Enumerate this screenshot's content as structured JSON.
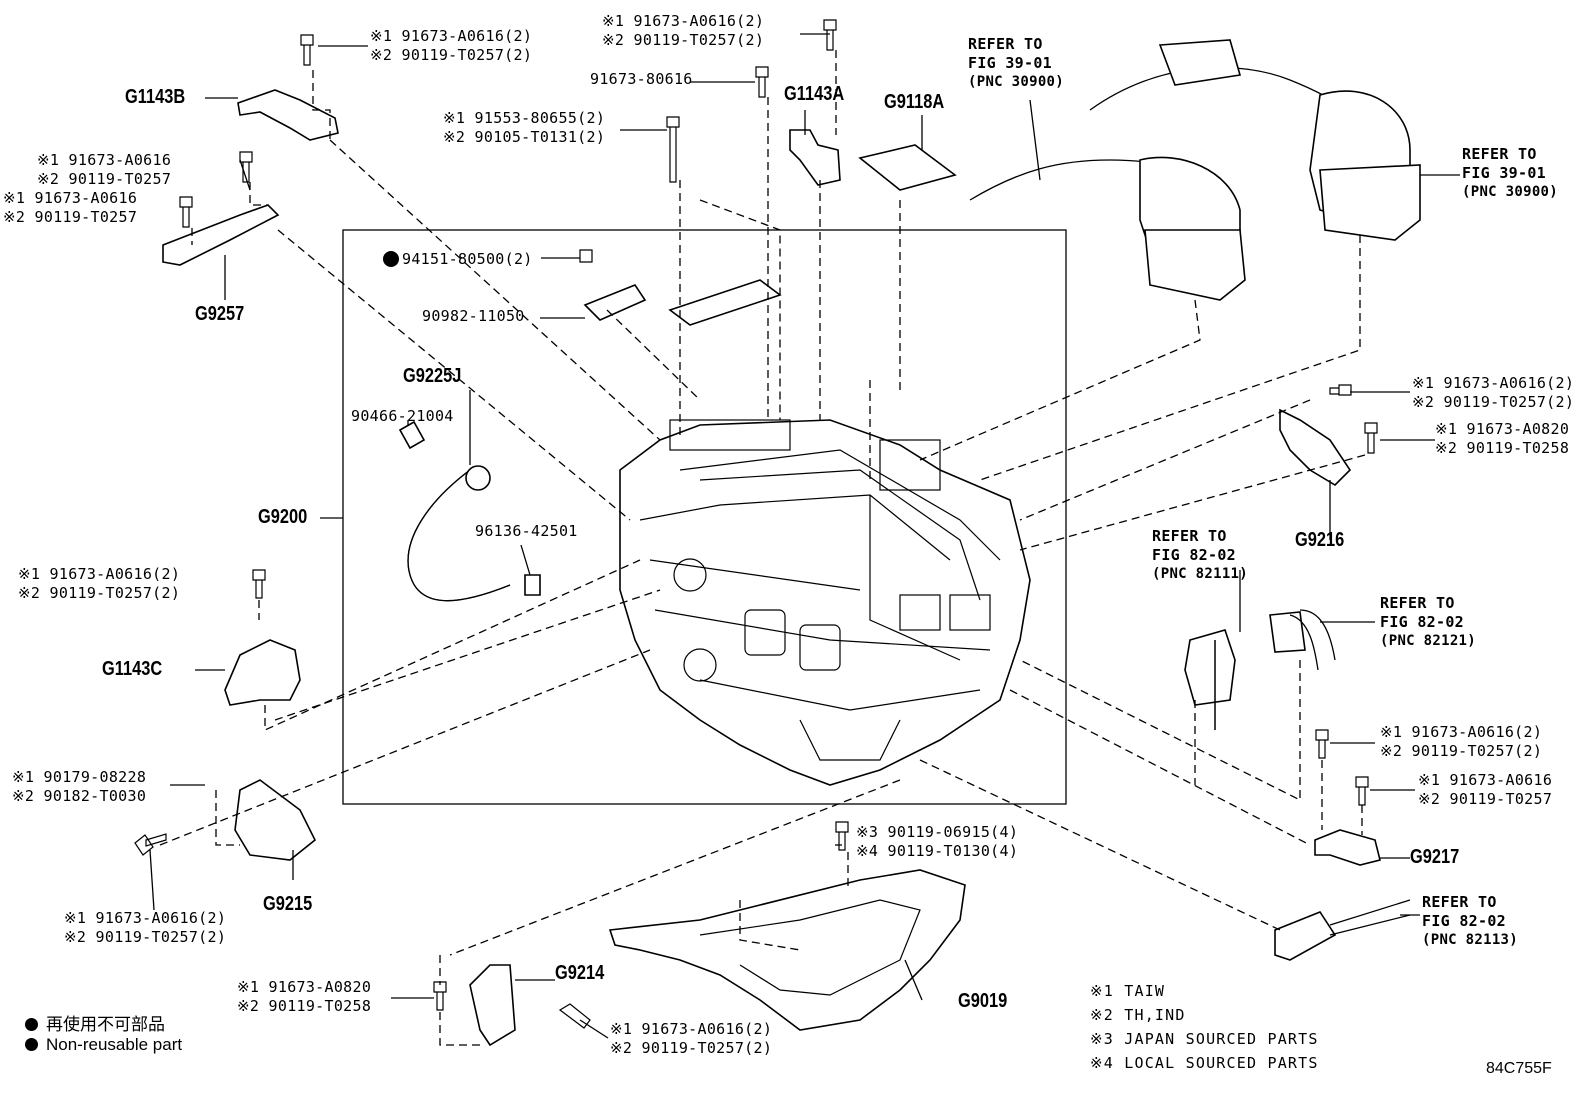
{
  "figure_id": "84C755F",
  "callouts": {
    "g1143b": "G1143B",
    "g9257": "G9257",
    "g1143a": "G1143A",
    "g9118a": "G9118A",
    "g9225j": "G9225J",
    "g9200": "G9200",
    "g1143c": "G1143C",
    "g9215": "G9215",
    "g9214": "G9214",
    "g9019": "G9019",
    "g9216": "G9216",
    "g9217": "G9217"
  },
  "parts": {
    "p1a": "※1 91673-A0616(2)",
    "p1b": "※2 90119-T0257(2)",
    "p2a": "※1 91673-A0616(2)",
    "p2b": "※2 90119-T0257(2)",
    "p3": "91673-80616",
    "p4a": "※1 91553-80655(2)",
    "p4b": "※2 90105-T0131(2)",
    "p5a": "※1 91673-A0616",
    "p5b": "※2 90119-T0257",
    "p6a": "※1 91673-A0616",
    "p6b": "※2 90119-T0257",
    "p7": "94151-80500(2)",
    "p8": "90982-11050",
    "p9": "90466-21004",
    "p10": "96136-42501",
    "p11a": "※1 91673-A0616(2)",
    "p11b": "※2 90119-T0257(2)",
    "p12a": "※1 90179-08228",
    "p12b": "※2 90182-T0030",
    "p13a": "※1 91673-A0616(2)",
    "p13b": "※2 90119-T0257(2)",
    "p14a": "※1 91673-A0820",
    "p14b": "※2 90119-T0258",
    "p15a": "※1 91673-A0616(2)",
    "p15b": "※2 90119-T0257(2)",
    "p16a": "※3 90119-06915(4)",
    "p16b": "※4 90119-T0130(4)",
    "p17a": "※1 91673-A0616(2)",
    "p17b": "※2 90119-T0257(2)",
    "p18a": "※1 91673-A0820",
    "p18b": "※2 90119-T0258",
    "p19a": "※1 91673-A0616(2)",
    "p19b": "※2 90119-T0257(2)",
    "p20a": "※1 91673-A0616",
    "p20b": "※2 90119-T0257"
  },
  "references": {
    "r1a": "REFER TO",
    "r1b": "FIG 39-01",
    "r1c": "(PNC 30900)",
    "r2a": "REFER TO",
    "r2b": "FIG 39-01",
    "r2c": "(PNC 30900)",
    "r3a": "REFER TO",
    "r3b": "FIG 82-02",
    "r3c": "(PNC 82111)",
    "r4a": "REFER TO",
    "r4b": "FIG 82-02",
    "r4c": "(PNC 82121)",
    "r5a": "REFER TO",
    "r5b": "FIG 82-02",
    "r5c": "(PNC 82113)"
  },
  "legend": {
    "jp": "再使用不可部品",
    "en": "Non-reusable part"
  },
  "notes": {
    "n1": "※1 TAIW",
    "n2": "※2 TH,IND",
    "n3": "※3 JAPAN SOURCED PARTS",
    "n4": "※4 LOCAL SOURCED PARTS"
  }
}
